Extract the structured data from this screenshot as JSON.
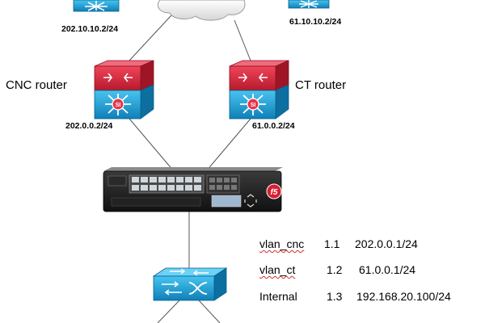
{
  "nodes": {
    "top_left_switch_ip": "202.10.10.2/24",
    "top_right_switch_ip": "61.10.10.2/24",
    "cnc_router": {
      "name": "CNC router",
      "ip": "202.0.0.2/24"
    },
    "ct_router": {
      "name": "CT router",
      "ip": "61.0.0.2/24"
    },
    "load_balancer": {
      "logo": "f5"
    }
  },
  "vlans": [
    {
      "name": "vlan_cnc",
      "port": "1.1",
      "ip": "202.0.0.1/24"
    },
    {
      "name": "vlan_ct",
      "port": "1.2",
      "ip": "61.0.0.1/24"
    },
    {
      "name": "Internal",
      "port": "1.3",
      "ip": "192.168.20.100/24"
    }
  ],
  "colors": {
    "router_top": "#d8283a",
    "router_bottom": "#1aa0d8",
    "switch_blue": "#1a9fd6",
    "cloud_gray": "#e6e6e6",
    "device_dark": "#1e1e1e"
  }
}
